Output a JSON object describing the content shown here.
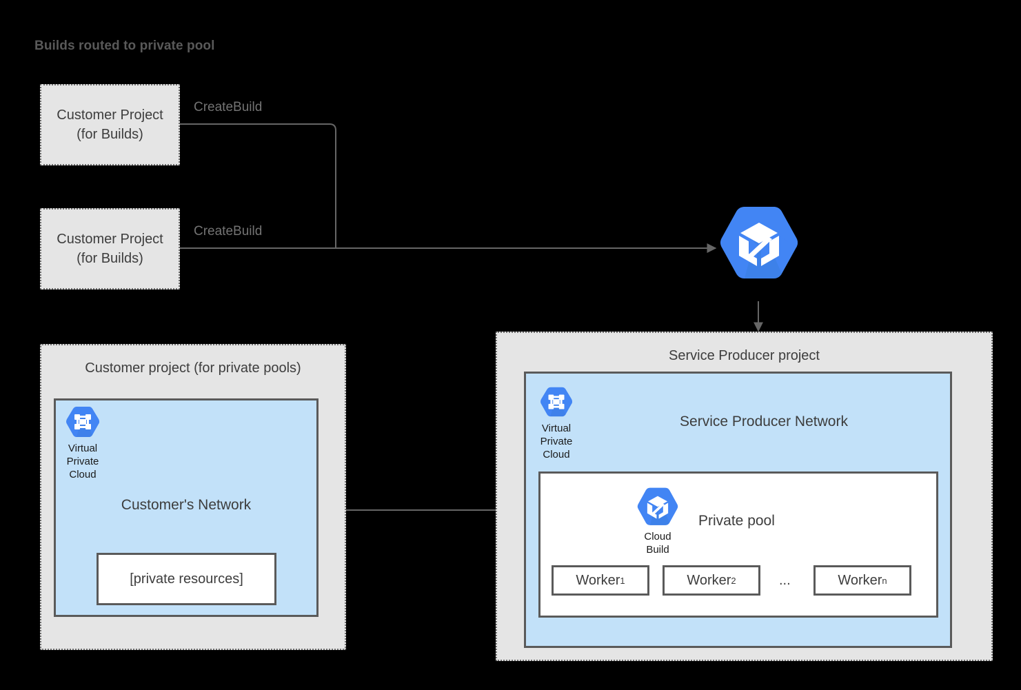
{
  "title": "Builds routed to private pool",
  "colors": {
    "panel_fill": "#e5e5e5",
    "panel_border": "#6e6e6e",
    "network_fill": "#c2e1f9",
    "network_border": "#5a5a5a",
    "google_blue": "#4285f4",
    "line": "#666666",
    "title_text": "#595959",
    "body_text": "#3d3d3d",
    "edge_label_text": "#737373"
  },
  "build_projects": [
    {
      "line1": "Customer Project",
      "line2": "(for Builds)",
      "edge_label": "CreateBuild"
    },
    {
      "line1": "Customer Project",
      "line2": "(for Builds)",
      "edge_label": "CreateBuild"
    }
  ],
  "cloud_build_service": {
    "icon": "cloud-build-icon"
  },
  "customer_panel": {
    "title": "Customer project (for private pools)",
    "network": {
      "title": "Customer's Network",
      "vpc_icon": "virtual-private-cloud-icon",
      "vpc_caption": [
        "Virtual",
        "Private",
        "Cloud"
      ],
      "resource_box": "[private resources]"
    }
  },
  "producer_panel": {
    "title": "Service Producer project",
    "network": {
      "title": "Service Producer Network",
      "vpc_icon": "virtual-private-cloud-icon",
      "vpc_caption": [
        "Virtual",
        "Private",
        "Cloud"
      ],
      "private_pool": {
        "title": "Private pool",
        "cloud_build_icon": "cloud-build-icon",
        "cloud_build_caption": [
          "Cloud",
          "Build"
        ],
        "workers": [
          {
            "name": "Worker",
            "subscript": "1"
          },
          {
            "name": "Worker",
            "subscript": "2"
          },
          {
            "name": "Worker",
            "subscript": "n"
          }
        ],
        "ellipsis": "..."
      }
    }
  },
  "connectors": {
    "peering_arrow": "bidirectional",
    "create_build_arrow": "unidirectional",
    "dispatch_arrow": "unidirectional"
  }
}
